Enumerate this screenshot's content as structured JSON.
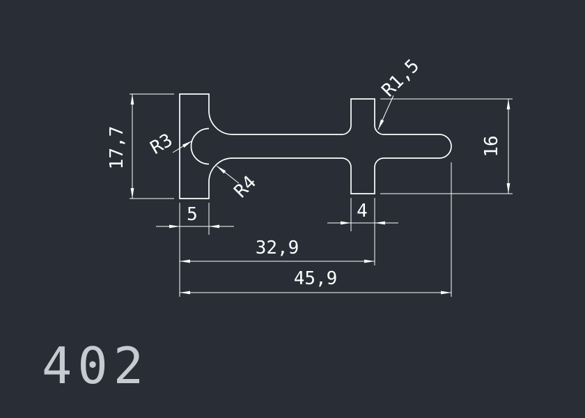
{
  "colors": {
    "background": "#282d36",
    "line": "#ffffff",
    "part_label": "#c6cbd2"
  },
  "part": {
    "number": "402"
  },
  "dims": {
    "left_height": "17,7",
    "left_bar_width": "5",
    "right_bar_width": "4",
    "mid_length": "32,9",
    "overall_length": "45,9",
    "right_height": "16",
    "r_notch": "R3",
    "r_fillet": "R4",
    "r_corner": "R1,5"
  }
}
